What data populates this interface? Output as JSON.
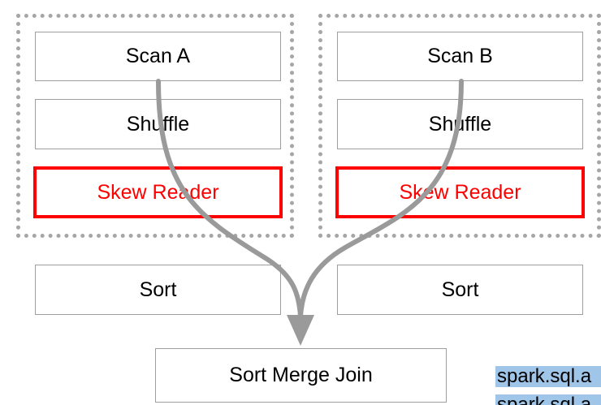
{
  "colors": {
    "skew_accent": "#ff0000",
    "arrow": "#9a9a9a",
    "group_border": "#a6a6a6",
    "node_border": "#9e9e9e",
    "note_highlight": "#9fc5e8"
  },
  "left_branch": {
    "scan": "Scan A",
    "shuffle": "Shuffle",
    "skew_reader": "Skew Reader",
    "sort": "Sort"
  },
  "right_branch": {
    "scan": "Scan B",
    "shuffle": "Shuffle",
    "skew_reader": "Skew Reader",
    "sort": "Sort"
  },
  "join": {
    "label": "Sort Merge Join"
  },
  "side_notes": [
    "spark.sql.a",
    "spark.sql.a"
  ]
}
